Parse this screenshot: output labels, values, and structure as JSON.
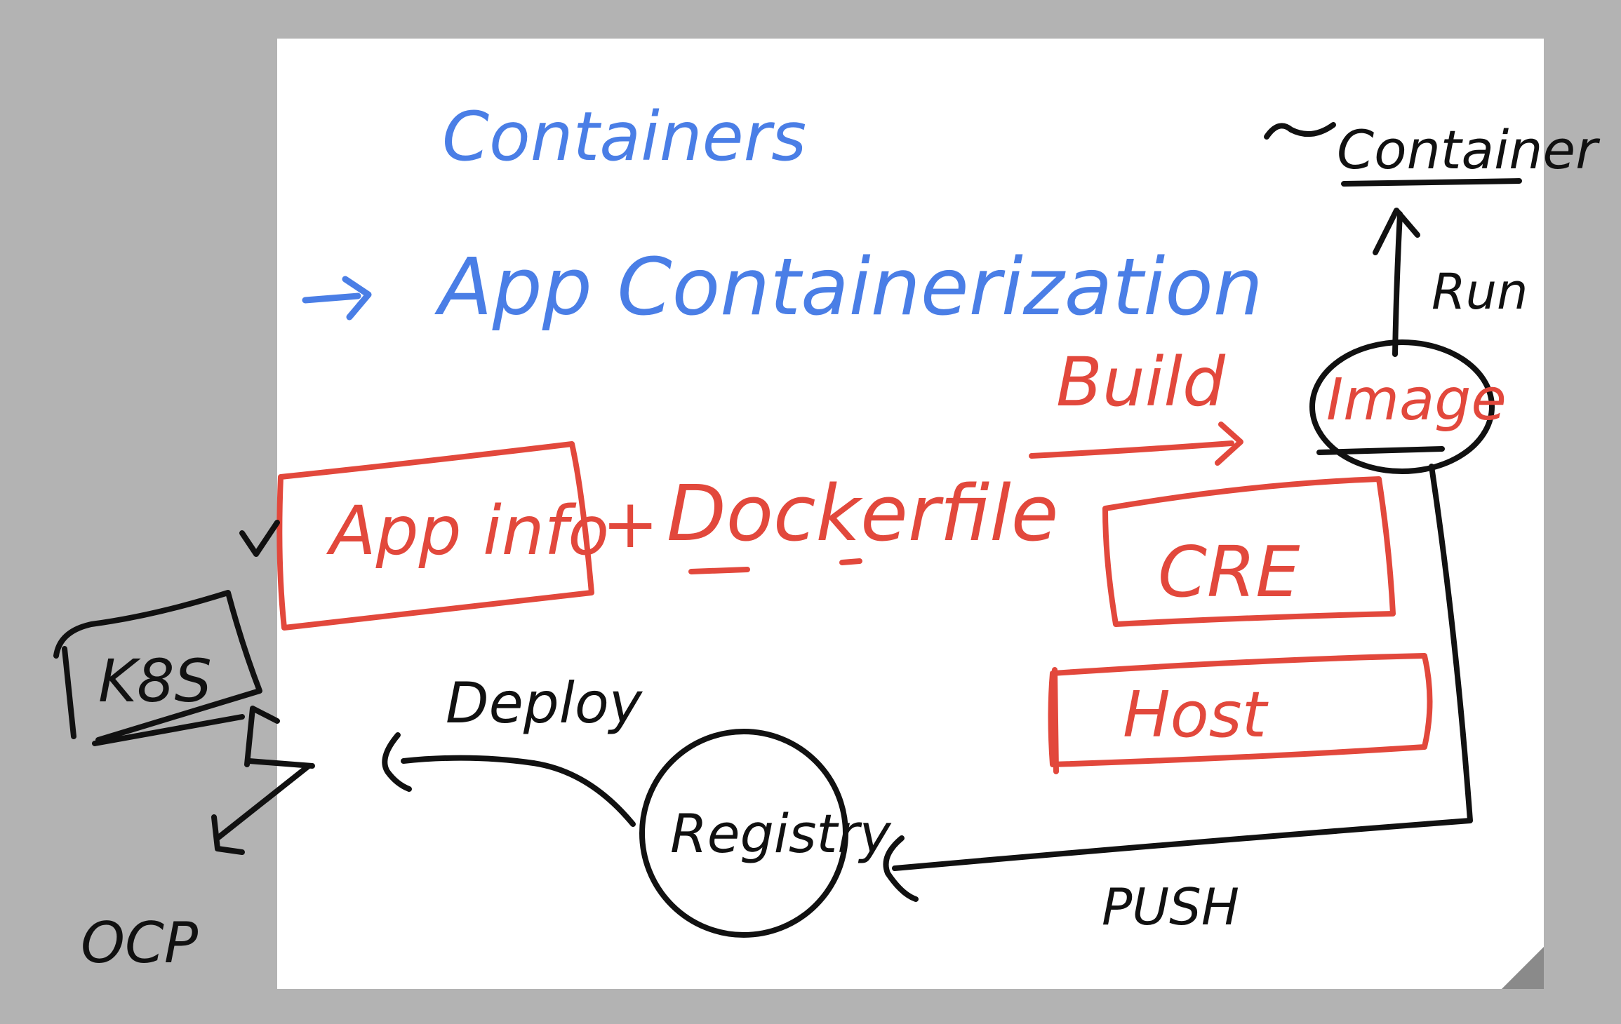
{
  "colors": {
    "background": "#b3b3b3",
    "page": "#ffffff",
    "blue_ink": "#4a7ee6",
    "red_ink": "#e2483c",
    "black_ink": "#111111"
  },
  "texts": {
    "title": "Containers",
    "subtitle": "App Containerization",
    "app_info": "App info",
    "plus": "+",
    "dockerfile": "Dockerfile",
    "build": "Build",
    "image": "Image",
    "run": "Run",
    "container": "Container",
    "cre": "CRE",
    "host": "Host",
    "registry": "Registry",
    "push": "PUSH",
    "deploy": "Deploy",
    "k8s": "K8S",
    "ocp": "OCP"
  },
  "icons": {
    "arrow": "arrow-icon",
    "checkmark": "checkmark-icon",
    "page_curl": "page-curl-icon"
  }
}
